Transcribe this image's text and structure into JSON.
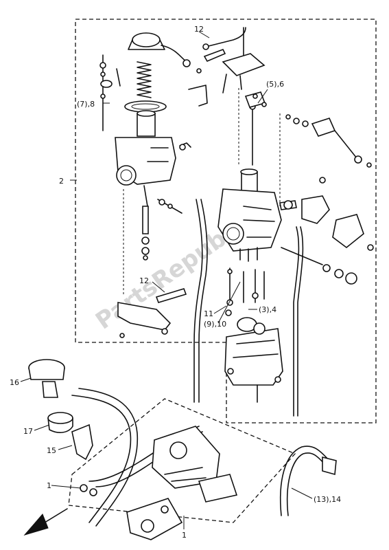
{
  "watermark": "PartsRepublik",
  "labels": {
    "l2": "2",
    "l12a": "12",
    "l12b": "12",
    "l56": "(5),6",
    "l78": "(7),8",
    "l11": "11",
    "l910": "(9),10",
    "l34": "(3),4",
    "l16": "16",
    "l17": "17",
    "l15": "15",
    "l1a": "1",
    "l1b": "1",
    "l1314": "(13),14"
  },
  "icons": {
    "direction_arrow": "front-direction-arrow-icon"
  }
}
